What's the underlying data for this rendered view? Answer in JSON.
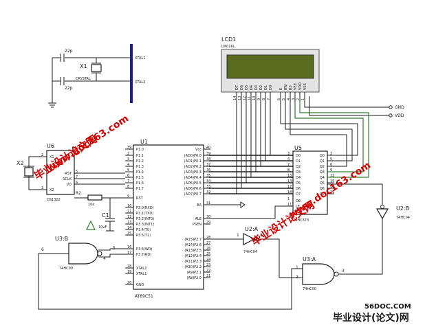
{
  "crystal1": {
    "name": "X1",
    "label": "CRYSTAL",
    "cap_top": "22p",
    "cap_bottom": "22p",
    "xtal1": "XTAL1",
    "xtal2": "XTAL2"
  },
  "lcd": {
    "ref": "LCD1",
    "model": "LM016L",
    "pins": [
      "D7",
      "D6",
      "D5",
      "D4",
      "D3",
      "D2",
      "D1",
      "D0",
      "E",
      "RW",
      "RS",
      "VEE",
      "VDD",
      "VSS"
    ],
    "nums": [
      "14",
      "13",
      "12",
      "11",
      "10",
      "9",
      "8",
      "7",
      "6",
      "5",
      "4",
      "3",
      "2",
      "1"
    ]
  },
  "power": {
    "gnd": "GND",
    "vdd": "VDD"
  },
  "mcu": {
    "ref": "U1",
    "part": "AT89C51",
    "left": [
      [
        "39",
        "P1.0"
      ],
      [
        "2",
        "P1.1"
      ],
      [
        "3",
        "P1.2"
      ],
      [
        "4",
        "P1.3"
      ],
      [
        "5",
        "P1.4"
      ],
      [
        "6",
        "P1.5"
      ],
      [
        "7",
        "P1.6"
      ],
      [
        "8",
        "P1.7"
      ],
      [
        "9",
        "RST"
      ],
      [
        "10",
        "P3.0(RXD)"
      ],
      [
        "11",
        "P3.1(TXD)"
      ],
      [
        "12",
        "P3.2(INT0)"
      ],
      [
        "13",
        "P3.3(INT1)"
      ],
      [
        "14",
        "P3.4(T0)"
      ],
      [
        "15",
        "P3.5(T1)"
      ],
      [
        "16",
        "P3.6(WR)"
      ],
      [
        "17",
        "P3.7(RD)"
      ],
      [
        "18",
        "XTAL2"
      ],
      [
        "19",
        "XTAL1"
      ],
      [
        "20",
        "GND"
      ]
    ],
    "right": [
      [
        "40",
        "Vcc"
      ],
      [
        "39",
        "(AD0)P0.0"
      ],
      [
        "38",
        "(AD1)P0.1"
      ],
      [
        "37",
        "(AD2)P0.2"
      ],
      [
        "36",
        "(AD3)P0.3"
      ],
      [
        "35",
        "(AD4)P0.4"
      ],
      [
        "34",
        "(AD5)P0.5"
      ],
      [
        "33",
        "(AD6)P0.6"
      ],
      [
        "32",
        "(AD7)P0.7"
      ],
      [
        "31",
        "EA"
      ],
      [
        "30",
        "ALE"
      ],
      [
        "29",
        "PSEN"
      ],
      [
        "28",
        "(A15)P2.7"
      ],
      [
        "27",
        "(A14)P2.6"
      ],
      [
        "26",
        "(A13)P2.5"
      ],
      [
        "25",
        "(A12)P2.4"
      ],
      [
        "24",
        "(A11)P2.3"
      ],
      [
        "23",
        "(A10)P2.2"
      ],
      [
        "22",
        "(A9)P2.1"
      ],
      [
        "21",
        "(A8)P2.0"
      ]
    ]
  },
  "latch": {
    "ref": "U5",
    "part": "74HC373",
    "in": [
      [
        "3",
        "D0"
      ],
      [
        "4",
        "D1"
      ],
      [
        "7",
        "D2"
      ],
      [
        "8",
        "D3"
      ],
      [
        "13",
        "D4"
      ],
      [
        "14",
        "D5"
      ],
      [
        "17",
        "D6"
      ],
      [
        "18",
        "D7"
      ],
      [
        "1",
        "OE"
      ],
      [
        "11",
        "LE"
      ]
    ],
    "out": [
      [
        "2",
        "Q0"
      ],
      [
        "5",
        "Q1"
      ],
      [
        "6",
        "Q2"
      ],
      [
        "9",
        "Q3"
      ],
      [
        "12",
        "Q4"
      ],
      [
        "15",
        "Q5"
      ],
      [
        "16",
        "Q6"
      ],
      [
        "19",
        "Q7"
      ]
    ]
  },
  "rtc": {
    "ref": "U6",
    "part": "DS1302",
    "crystal": "X2",
    "pins": [
      [
        "X1",
        "2"
      ],
      [
        "X2",
        "3"
      ],
      [
        "RST",
        "5"
      ],
      [
        "SCLK",
        "7"
      ],
      [
        "I/O",
        "6"
      ]
    ]
  },
  "parts": {
    "r2": "R2",
    "r2_val": "10k",
    "c1": "C1",
    "c1_val": "10uF"
  },
  "gates": {
    "u3b": {
      "ref": "U3:B",
      "part": "74HC00",
      "in1": "5",
      "in2": "4",
      "out": "6"
    },
    "u3a": {
      "ref": "U3:A",
      "part": "74HC00",
      "in1": "1",
      "in2": "2",
      "out": "3"
    },
    "u2a": {
      "ref": "U2:A",
      "part": "74HC04",
      "in": "1",
      "out": "2"
    },
    "u2b": {
      "ref": "U2:B",
      "part": "74HC04"
    }
  },
  "watermarks": {
    "main": "毕业设计论文网",
    "url": "www.doc163.com",
    "footer": "毕业设计(论文)网",
    "site": "56DOC.COM"
  }
}
